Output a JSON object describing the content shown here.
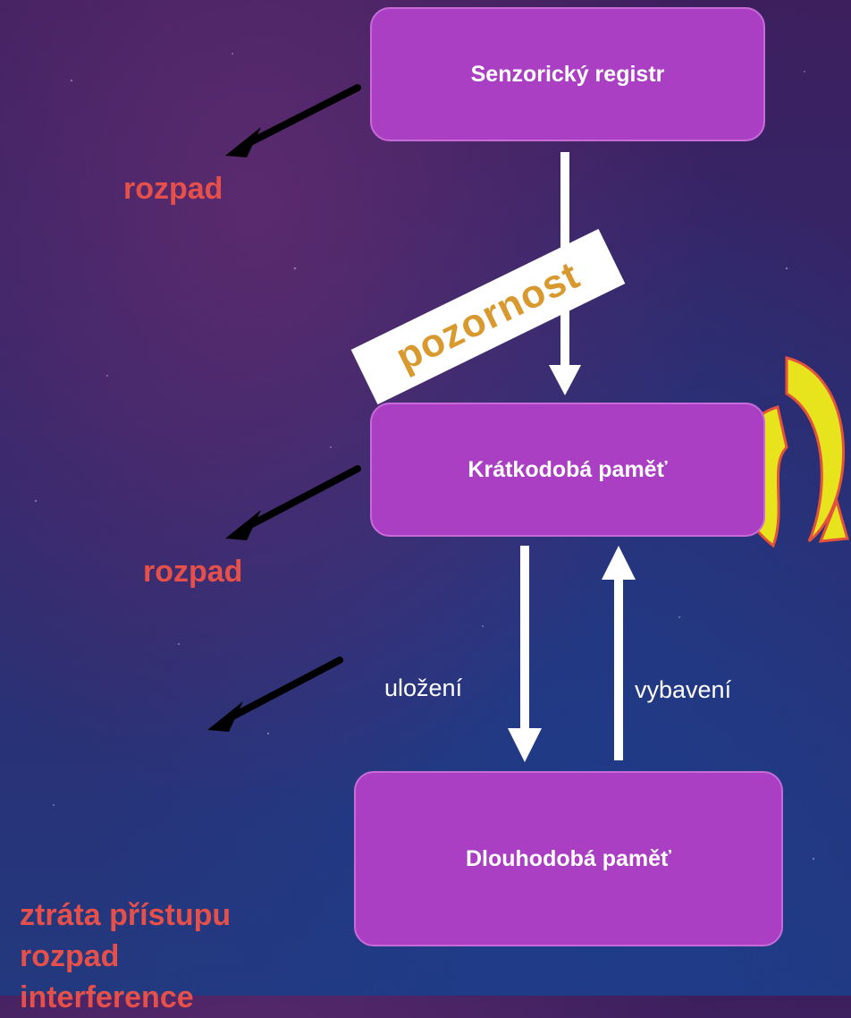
{
  "boxes": {
    "sensory": "Senzorický registr",
    "short_term": "Krátkodobá paměť",
    "long_term": "Dlouhodobá paměť"
  },
  "attention": "pozornost",
  "decay_1": "rozpad",
  "decay_2": "rozpad",
  "long_term_loss": [
    "ztráta přístupu",
    "rozpad",
    "interference"
  ],
  "store_label": "uložení",
  "recall_label": "vybavení",
  "colors": {
    "box_fill": "#aa3fc3",
    "loss_text": "#e6504a",
    "attention_text": "#d89a2e",
    "rehearsal_arrow": "#e7e31c",
    "rehearsal_outline": "#e3523a"
  },
  "icons": {
    "rehearsal": "circular-arrows-icon"
  }
}
